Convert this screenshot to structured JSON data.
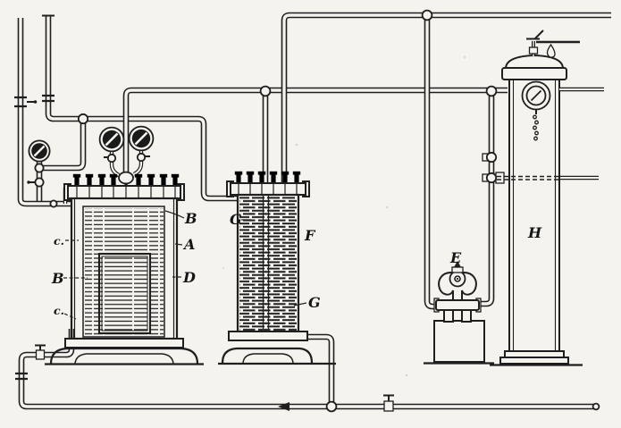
{
  "figure": {
    "kind": "scanned line engraving of an industrial piping apparatus",
    "colors": {
      "paper": "#f5f3ee",
      "ink": "#1f1f1f"
    }
  },
  "labels": {
    "b_top": "B",
    "a": "A",
    "d": "D",
    "c_upper": "c.",
    "b_left": "B",
    "c_lower": "c.",
    "g_upper": "G",
    "f": "F",
    "g_lower": "G",
    "e": "E",
    "h": "H"
  }
}
